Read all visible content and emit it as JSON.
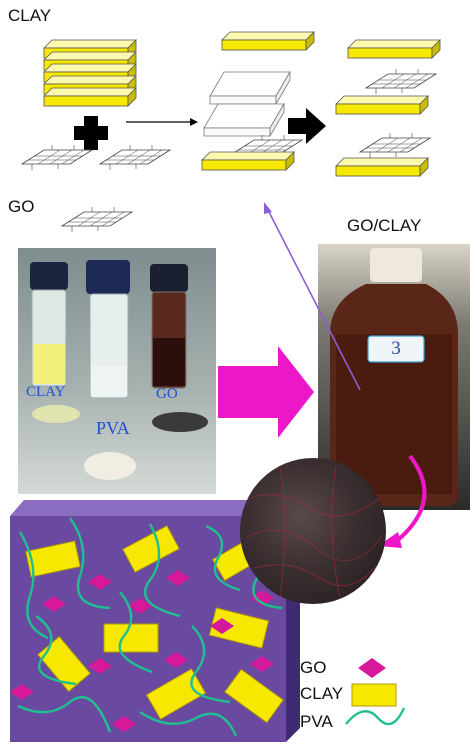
{
  "labels": {
    "clay": "CLAY",
    "go": "GO",
    "go_clay": "GO/CLAY"
  },
  "vials": {
    "clay": "CLAY",
    "pva": "PVA",
    "go": "GO"
  },
  "bottle_tag": "3",
  "legend": {
    "go": "GO",
    "clay": "CLAY",
    "pva": "PVA"
  },
  "colors": {
    "clay_yellow": "#f6e800",
    "go_magenta": "#d6199a",
    "pva_green": "#1fbf8f",
    "matrix_purple": "#6a4aa0",
    "arrow_magenta": "#ee17c8",
    "vial_label_blue": "#1f4fd6"
  },
  "icons": {
    "plus": "plus-icon",
    "arrow": "right-arrow-icon",
    "curved_arrow": "curved-arrow-icon"
  }
}
